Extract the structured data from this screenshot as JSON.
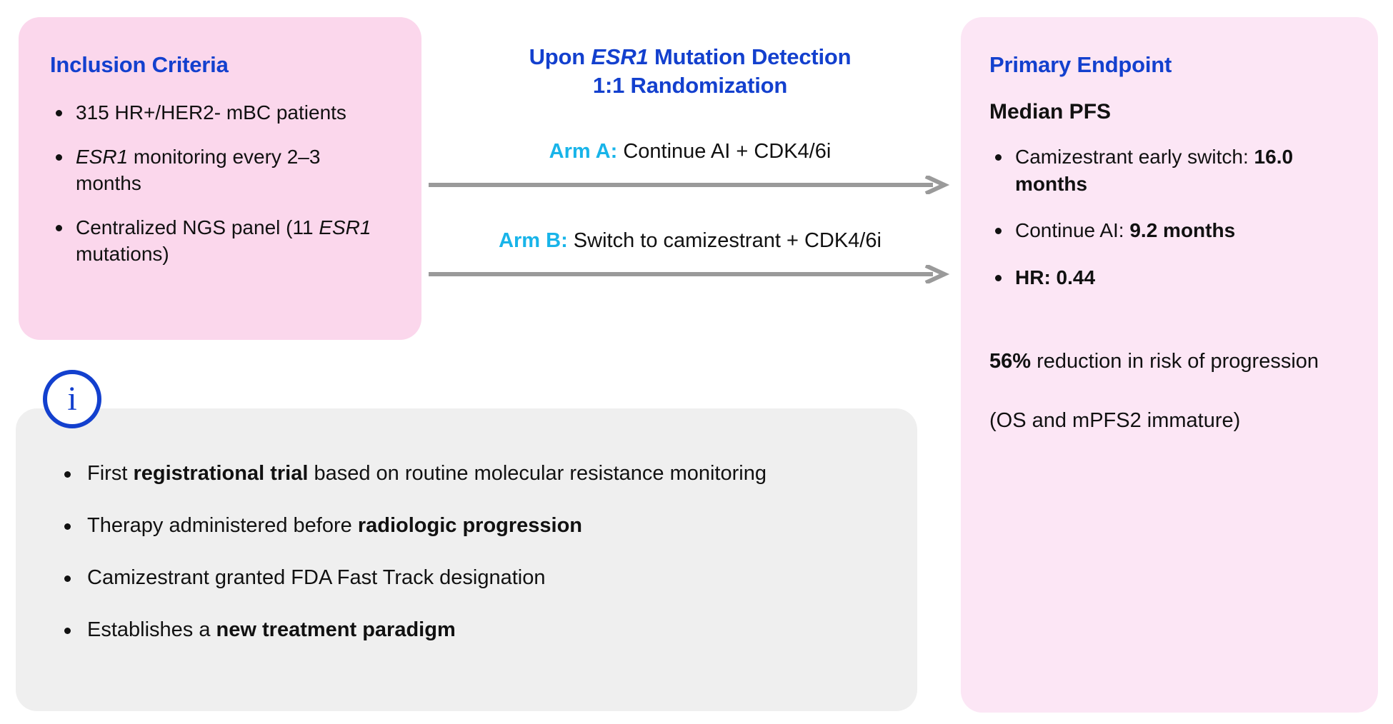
{
  "left_panel": {
    "title": "Inclusion Criteria",
    "bullets": [
      {
        "prefix": "315 HR+/HER2- mBC patients",
        "italic": "",
        "suffix": ""
      },
      {
        "prefix": "",
        "italic": "ESR1",
        "suffix": " monitoring every 2–3 months"
      },
      {
        "prefix": "Centralized NGS panel (11 ",
        "italic": "ESR1",
        "suffix": " mutations)"
      }
    ]
  },
  "center": {
    "heading_line1_pre": "Upon ",
    "heading_line1_gene": "ESR1",
    "heading_line1_post": " Mutation Detection",
    "heading_line2": "1:1 Randomization",
    "arms": [
      {
        "tag": "Arm A:",
        "text": " Continue AI + CDK4/6i"
      },
      {
        "tag": "Arm B:",
        "text": " Switch to camizestrant + CDK4/6i"
      }
    ],
    "arrow_color": "#9A9A9A"
  },
  "right_panel": {
    "title": "Primary Endpoint",
    "subheading": "Median PFS",
    "bullets": [
      {
        "normal": "Camizestrant early switch: ",
        "bold": "16.0 months"
      },
      {
        "normal": "Continue AI: ",
        "bold": "9.2 months"
      },
      {
        "normal": "",
        "bold": "HR: 0.44"
      }
    ],
    "reduction_bold": "56%",
    "reduction_text": " reduction in risk of progression",
    "footnote": "(OS and mPFS2 immature)"
  },
  "note_box": {
    "icon_glyph": "i",
    "icon_name": "info-icon",
    "bullets": [
      {
        "pre": "First ",
        "bold": "registrational trial",
        "post": " based on routine molecular resistance monitoring"
      },
      {
        "pre": "Therapy administered before ",
        "bold": "radiologic progression",
        "post": ""
      },
      {
        "pre": "Camizestrant granted FDA Fast Track designation",
        "bold": "",
        "post": ""
      },
      {
        "pre": "Establishes a ",
        "bold": "new treatment paradigm",
        "post": ""
      }
    ]
  },
  "colors": {
    "heading_blue": "#1340CE",
    "arm_cyan": "#18B4E9",
    "panel_pink_left": "#FBD7EC",
    "panel_pink_right": "#FCE6F5",
    "note_gray": "#EFEFEF",
    "arrow_gray": "#9A9A9A",
    "body_text": "#111111"
  }
}
